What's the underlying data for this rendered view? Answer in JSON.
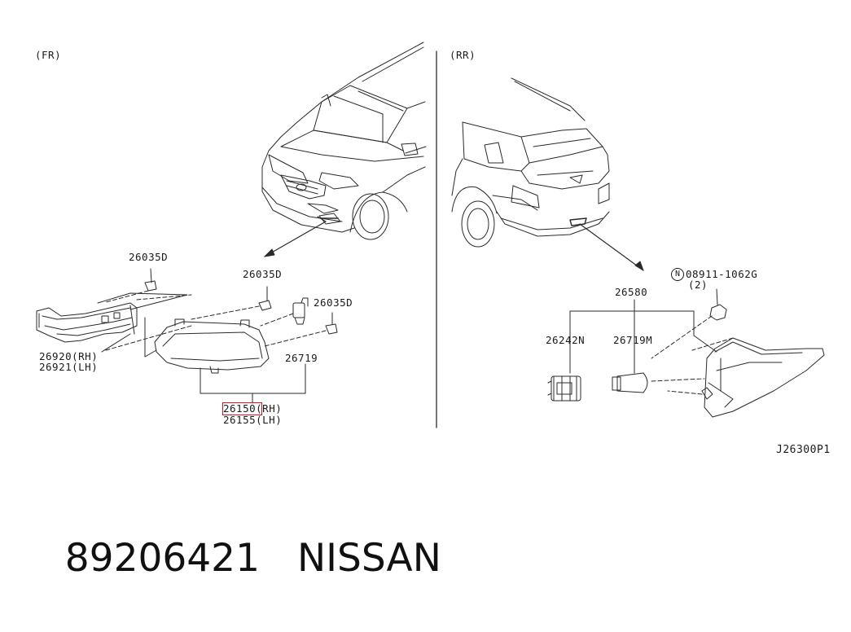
{
  "front_section": {
    "title": "(FR)",
    "labels": {
      "clip_top": "26035D",
      "clip_mid": "26035D",
      "clip_right": "26035D",
      "bracket_rh": "26920(RH)",
      "bracket_lh": "26921(LH)",
      "bulb": "26719",
      "lamp_rh_part": "26150",
      "lamp_rh_side": "(RH)",
      "lamp_lh": "26155(LH)"
    },
    "highlighted_part": "26150"
  },
  "rear_section": {
    "title": "(RR)",
    "labels": {
      "nut": "08911-1062G",
      "nut_symbol": "N",
      "nut_qty": "(2)",
      "lamp_assy": "26580",
      "socket": "26242N",
      "bulb": "26719M"
    }
  },
  "diagram_code": "J26300P1",
  "footer": {
    "part_number": "89206421",
    "brand": "NISSAN"
  },
  "colors": {
    "line": "#2a2a2a",
    "highlight": "#e0101a",
    "background": "#ffffff"
  }
}
